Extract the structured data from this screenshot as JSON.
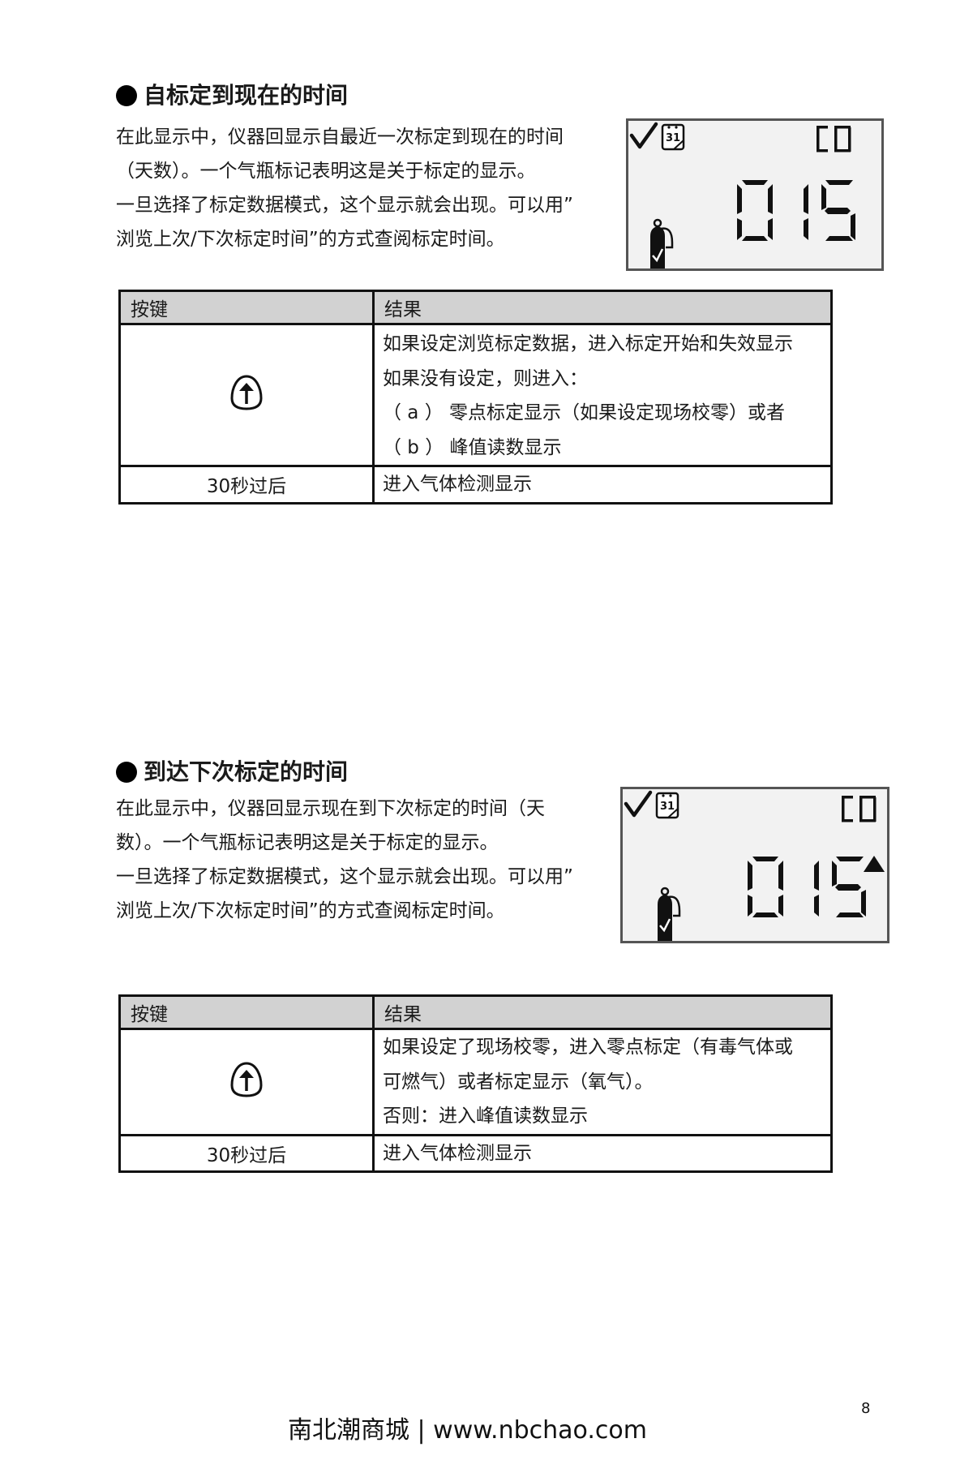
{
  "section1": {
    "heading": "自标定到现在的时间",
    "body_lines": [
      "在此显示中，仪器回显示自最近一次标定到现在的时间",
      "（天数）。一个气瓶标记表明这是关于标定的显示。",
      "一旦选择了标定数据模式，这个显示就会出现。可以用”",
      "浏览上次/下次标定时间”的方式查阅标定时间。"
    ],
    "lcd": {
      "gas_label": "CO",
      "value": "015",
      "icons": [
        "checkmark-icon",
        "calendar-31-icon",
        "gas-cylinder-check-icon"
      ],
      "up_indicator": false
    },
    "table": {
      "headers": [
        "按键",
        "结果"
      ],
      "rows": [
        {
          "key": "up-arrow-key",
          "result_lines": [
            "如果设定浏览标定数据，进入标定开始和失效显示",
            "如果没有设定，则进入：",
            "（ a ） 零点标定显示（如果设定现场校零）或者",
            "（ b ） 峰值读数显示"
          ]
        },
        {
          "key": "30秒过后",
          "result_lines": [
            "进入气体检测显示"
          ]
        }
      ]
    }
  },
  "section2": {
    "heading": "到达下次标定的时间",
    "body_lines": [
      "在此显示中，仪器回显示现在到下次标定的时间（天",
      "数）。一个气瓶标记表明这是关于标定的显示。",
      "一旦选择了标定数据模式，这个显示就会出现。可以用”",
      "浏览上次/下次标定时间”的方式查阅标定时间。"
    ],
    "lcd": {
      "gas_label": "CO",
      "value": "015",
      "icons": [
        "checkmark-icon",
        "calendar-31-icon",
        "gas-cylinder-check-icon",
        "triangle-up-icon"
      ],
      "up_indicator": true
    },
    "table": {
      "headers": [
        "按键",
        "结果"
      ],
      "rows": [
        {
          "key": "up-arrow-key",
          "result_lines": [
            "如果设定了现场校零，进入零点标定（有毒气体或",
            "可燃气）或者标定显示（氧气）。",
            "否则：进入峰值读数显示"
          ]
        },
        {
          "key": "30秒过后",
          "result_lines": [
            "进入气体检测显示"
          ]
        }
      ]
    }
  },
  "footer": {
    "text": "南北潮商城 | www.nbchao.com",
    "page_number": "8"
  },
  "colors": {
    "lcd_background": "#f2f2f2",
    "table_header_background": "#d2d2d2",
    "ink": "#111111"
  }
}
